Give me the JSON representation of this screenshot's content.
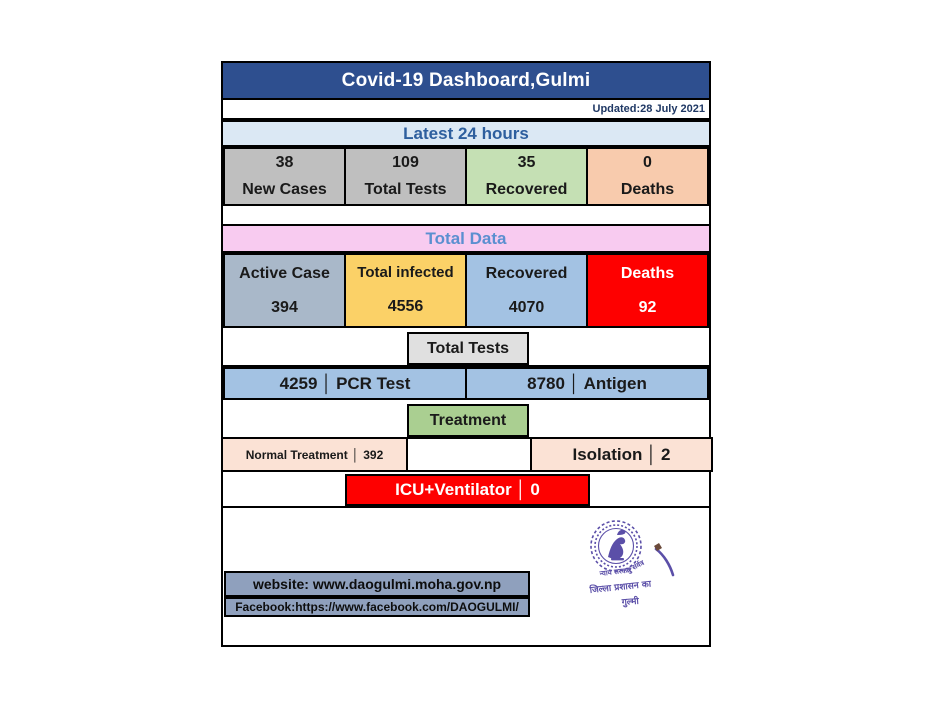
{
  "header": {
    "title": "Covid-19 Dashboard,Gulmi",
    "updated": "Updated:28 July 2021",
    "bg_color": "#2e4f8f",
    "title_color": "#ffffff"
  },
  "latest": {
    "section_title": "Latest 24 hours",
    "section_bg": "#dbe8f4",
    "section_text_color": "#2e5f9e",
    "stats": [
      {
        "value": "38",
        "label": "New Cases",
        "bg": "#bfbfbf"
      },
      {
        "value": "109",
        "label": "Total Tests",
        "bg": "#bfbfbf"
      },
      {
        "value": "35",
        "label": "Recovered",
        "bg": "#c5e0b4"
      },
      {
        "value": "0",
        "label": "Deaths",
        "bg": "#f8cbad"
      }
    ]
  },
  "total_data": {
    "section_title": "Total Data",
    "section_bg": "#f8cbf0",
    "section_text_color": "#5b8fd0",
    "stats": [
      {
        "label": "Active Case",
        "value": "394",
        "bg": "#a9b8c9",
        "fg": "#1a1a1a"
      },
      {
        "label": "Total infected",
        "value": "4556",
        "bg": "#fbd167",
        "fg": "#1a1a1a"
      },
      {
        "label": "Recovered",
        "value": "4070",
        "bg": "#a3c2e3",
        "fg": "#1a1a1a"
      },
      {
        "label": "Deaths",
        "value": "92",
        "bg": "#fe0000",
        "fg": "#ffffff"
      }
    ]
  },
  "total_tests": {
    "header": "Total Tests",
    "header_bg": "#e0e0e0",
    "row_bg": "#a3c2e3",
    "items": [
      {
        "value": "4259",
        "sep": "│",
        "label": "PCR Test"
      },
      {
        "value": "8780",
        "sep": "│",
        "label": "Antigen"
      }
    ]
  },
  "treatment": {
    "header": "Treatment",
    "header_bg": "#aacf91",
    "normal": {
      "label": "Normal Treatment",
      "sep": "│",
      "value": "392",
      "bg": "#fbe2d5"
    },
    "isolation": {
      "label": "Isolation",
      "sep": "│",
      "value": "2",
      "bg": "#fbe2d5"
    },
    "icu": {
      "label": "ICU+Ventilator",
      "sep": "│",
      "value": "0",
      "bg": "#fe0000",
      "fg": "#ffffff"
    }
  },
  "footer": {
    "website": "website: www.daogulmi.moha.gov.np",
    "facebook": "Facebook:https://www.facebook.com/DAOGULMI/",
    "box_bg": "#8fa0bd",
    "seal": {
      "name": "government-seal",
      "color": "#5b4fa8",
      "line1": "न्याय  सरकार",
      "line2": "वु  सर्वत्र",
      "line3": "जिल्ला  प्रशासन  का",
      "line4": "गुल्मी"
    }
  }
}
